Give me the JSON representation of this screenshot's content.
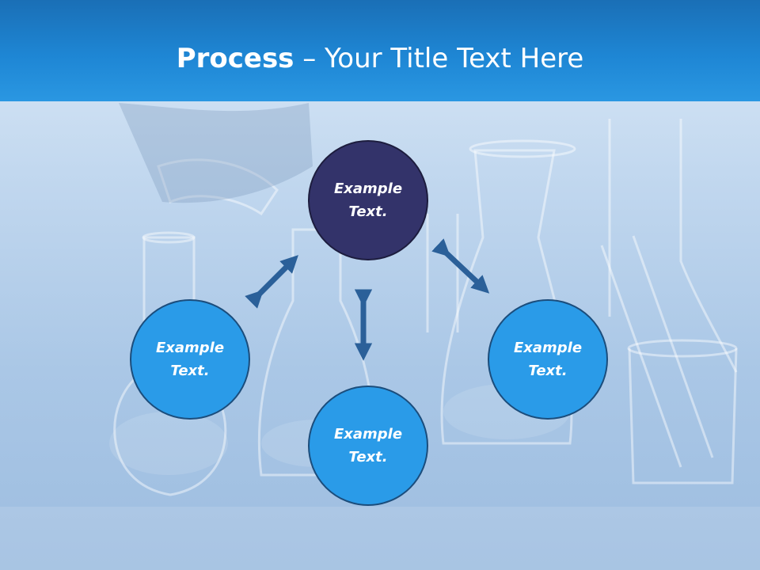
{
  "slide": {
    "title_bold": "Process",
    "title_rest": "– Your Title Text Here"
  },
  "nodes": {
    "top": {
      "line1": "Example",
      "line2": "Text."
    },
    "left": {
      "line1": "Example",
      "line2": "Text."
    },
    "right": {
      "line1": "Example",
      "line2": "Text."
    },
    "bottom": {
      "line1": "Example",
      "line2": "Text."
    }
  },
  "colors": {
    "header": "#1e86d4",
    "node_light": "#2a9be8",
    "node_dark": "#33336a",
    "arrow": "#2b6099"
  }
}
